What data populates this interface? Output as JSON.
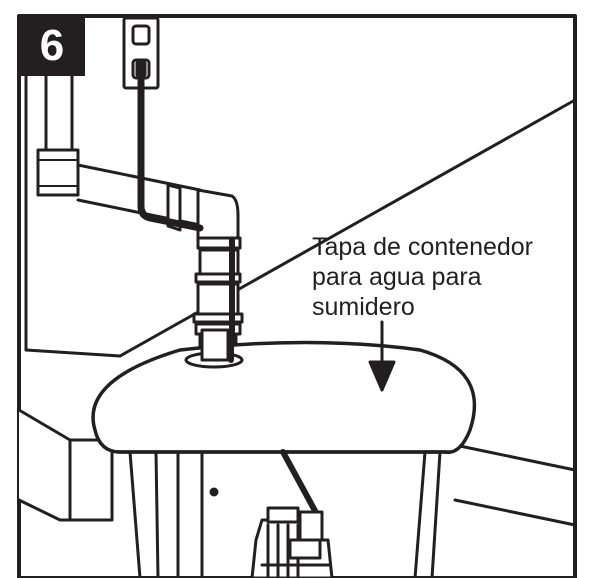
{
  "step": {
    "number": "6"
  },
  "callout": {
    "lines": [
      "Tapa de contenedor",
      "para agua para",
      "sumidero"
    ]
  },
  "colors": {
    "ink": "#231f20",
    "paper": "#ffffff"
  },
  "icons": [
    "down-arrow-icon",
    "electrical-outlet-icon"
  ]
}
